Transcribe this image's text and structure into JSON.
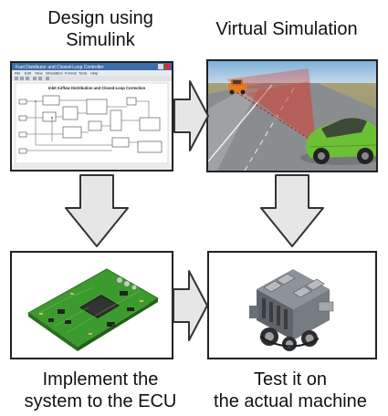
{
  "labels": {
    "design_line1": "Design using",
    "design_line2": "Simulink",
    "virtual_sim": "Virtual Simulation",
    "implement_line1": "Implement the",
    "implement_line2": "system to the ECU",
    "test_line1": "Test it on",
    "test_line2": "the actual machine"
  },
  "simulink": {
    "window_title": "Fuel Distributor and Closed-Loop Controller",
    "menu_items": [
      "File",
      "Edit",
      "View",
      "Simulation",
      "Format",
      "Tools",
      "Help"
    ],
    "diagram_title": "Inlet Airflow Distribution and Closed-Loop Correction"
  },
  "colors": {
    "arrow_fill": "#e6e6e6",
    "arrow_stroke": "#333333",
    "panel_border": "#222222",
    "pcb_green": "#3d9a2e",
    "car_green": "#6cc036",
    "car_orange": "#e57a1f",
    "sensor_red": "#d83a2a"
  },
  "icons": {
    "arrows": [
      "arrow-right-icon",
      "arrow-down-icon"
    ]
  }
}
